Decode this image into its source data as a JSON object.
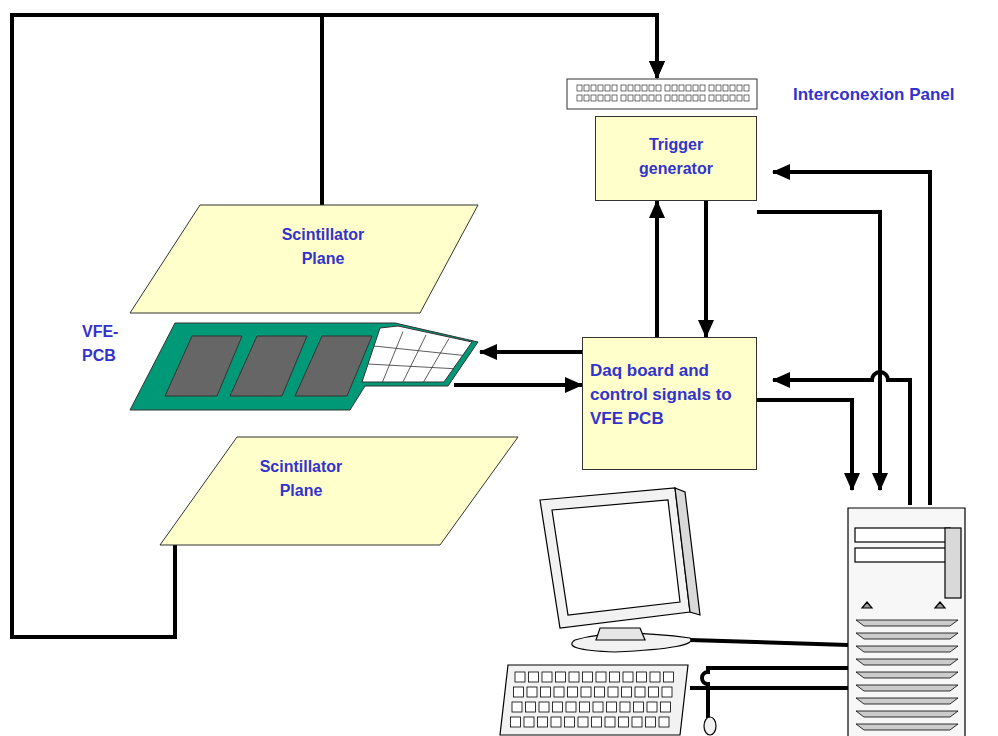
{
  "diagram": {
    "nodes": [
      {
        "text": [
          "Interconexion Panel"
        ]
      },
      {
        "text": [
          "Trigger generator"
        ]
      },
      {
        "text": [
          "Scintillator Plane"
        ]
      },
      {
        "text": [
          "VFE-PCB"
        ]
      },
      {
        "text": [
          "Daq board and control signals to VFE PCB"
        ]
      },
      {
        "text": [
          "Scintillator Plane"
        ]
      }
    ],
    "edges": [
      {
        "from": 2,
        "to": 0,
        "arrow": "to"
      },
      {
        "from": 5,
        "to": 0,
        "arrow": "to"
      },
      {
        "from": 4,
        "to": 3,
        "arrow": "to"
      },
      {
        "from": 3,
        "to": 4,
        "arrow": "to"
      },
      {
        "from": 4,
        "to": 1,
        "arrow": "to"
      },
      {
        "from": 1,
        "to": 4,
        "arrow": "to"
      }
    ]
  }
}
